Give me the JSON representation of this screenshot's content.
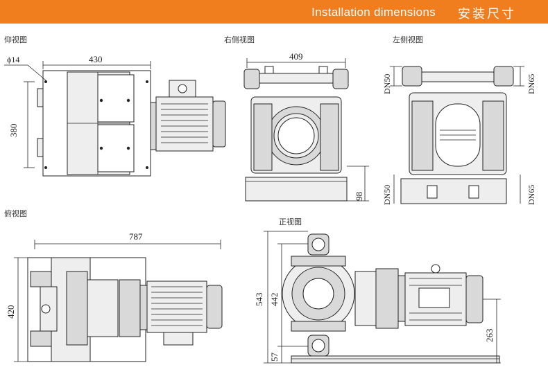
{
  "banner": {
    "title_en": "Installation dimensions",
    "title_cn": "安装尺寸",
    "color": "#f07d1e"
  },
  "views": {
    "bottom": {
      "label": "仰视图",
      "dims": {
        "hole": "ϕ14",
        "width": "430",
        "height": "380"
      }
    },
    "right": {
      "label": "右侧视图",
      "dims": {
        "width": "409",
        "base_height": "98"
      }
    },
    "left": {
      "label": "左侧视图",
      "dims": {
        "top_left": "DN50",
        "top_right": "DN65",
        "bottom_left": "DN50",
        "bottom_right": "DN65"
      }
    },
    "top": {
      "label": "俯视图",
      "dims": {
        "length": "787",
        "width": "420"
      }
    },
    "front": {
      "label": "正视图",
      "dims": {
        "total_height": "543",
        "pump_height": "442",
        "base": "57",
        "motor_axis": "263"
      }
    }
  }
}
